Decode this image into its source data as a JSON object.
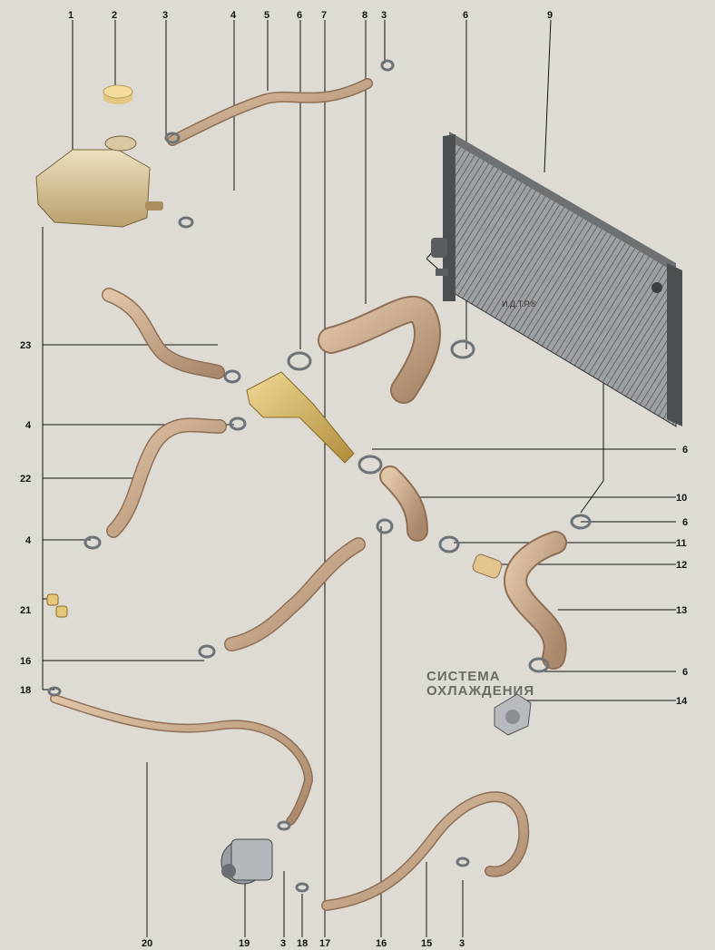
{
  "callouts": {
    "c1": "1",
    "c2": "2",
    "c3a": "3",
    "c4a": "4",
    "c5": "5",
    "c6a": "6",
    "c7": "7",
    "c8": "8",
    "c3b": "3",
    "c6b": "6",
    "c9": "9",
    "c23": "23",
    "c4b": "4",
    "c22": "22",
    "c4c": "4",
    "c21": "21",
    "c16a": "16",
    "c18a": "18",
    "c6c": "6",
    "c10": "10",
    "c6d": "6",
    "c11": "11",
    "c12": "12",
    "c13": "13",
    "c6e": "6",
    "c14": "14",
    "c19": "19",
    "c3c": "3",
    "c18b": "18",
    "c17": "17",
    "c16b": "16",
    "c15": "15",
    "c3d": "3",
    "c20": "20"
  },
  "section_title": {
    "line1": "СИСТЕМА",
    "line2": "ОХЛАЖДЕНИЯ"
  },
  "watermark": "И.Д.Т.Р.®",
  "colors": {
    "hose": "#c9a98a",
    "hose_dark": "#8f6f55",
    "coolant_tank": "#d9c49a",
    "radiator": "#7a7d80",
    "pipe_yellow": "#d7b86a"
  }
}
